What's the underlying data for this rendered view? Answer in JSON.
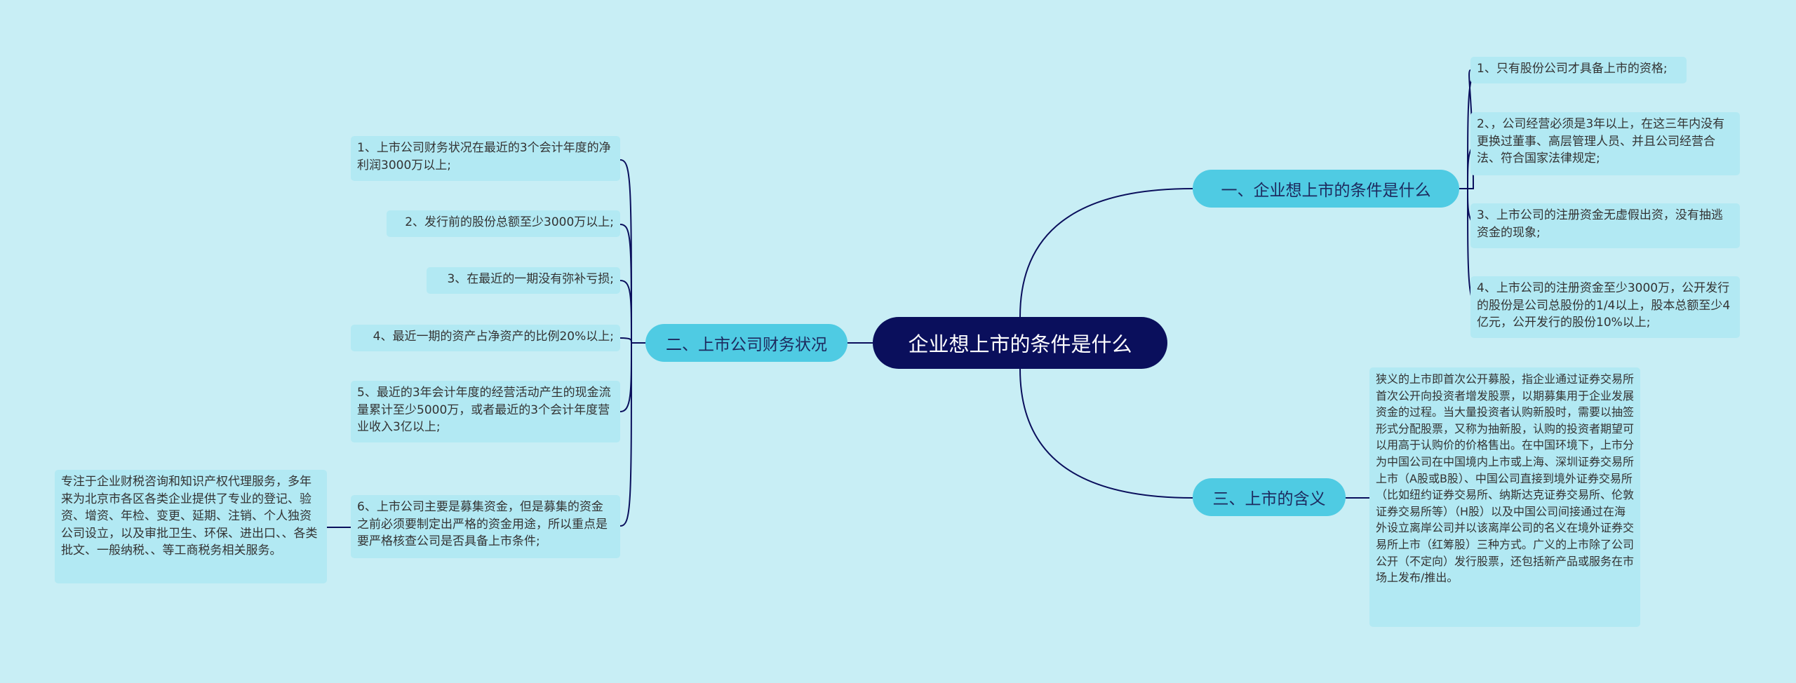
{
  "mindmap": {
    "root": "企业想上市的条件是什么",
    "branches": [
      {
        "label": "一、企业想上市的条件是什么",
        "children": [
          "1、只有股份公司才具备上市的资格;",
          "2、，公司经营必须是3年以上，在这三年内没有更换过董事、高层管理人员、并且公司经营合法、符合国家法律规定;",
          "3、上市公司的注册资金无虚假出资，没有抽逃资金的现象;",
          "4、上市公司的注册资金至少3000万，公开发行的股份是公司总股份的1/4以上，股本总额至少4亿元，公开发行的股份10%以上;"
        ]
      },
      {
        "label": "二、上市公司财务状况",
        "children": [
          "1、上市公司财务状况在最近的3个会计年度的净利润3000万以上;",
          "2、发行前的股份总额至少3000万以上;",
          "3、在最近的一期没有弥补亏损;",
          "4、最近一期的资产占净资产的比例20%以上;",
          "5、最近的3年会计年度的经营活动产生的现金流量累计至少5000万，或者最近的3个会计年度营业收入3亿以上;",
          "6、上市公司主要是募集资金，但是募集的资金之前必须要制定出严格的资金用途，所以重点是要严格核查公司是否具备上市条件;"
        ],
        "sub_note": "专注于企业财税咨询和知识产权代理服务，多年来为北京市各区各类企业提供了专业的登记、验资、增资、年检、变更、延期、注销、个人独资公司设立，以及审批卫生、环保、进出口、、各类批文、一般纳税、、等工商税务相关服务。"
      },
      {
        "label": "三、上市的含义",
        "children": [
          "狭义的上市即首次公开募股，指企业通过证券交易所首次公开向投资者增发股票，以期募集用于企业发展资金的过程。当大量投资者认购新股时，需要以抽签形式分配股票，又称为抽新股，认购的投资者期望可以用高于认购价的价格售出。在中国环境下，上市分为中国公司在中国境内上市或上海、深圳证券交易所上市（A股或B股）、中国公司直接到境外证券交易所（比如纽约证券交易所、纳斯达克证券交易所、伦敦证券交易所等）（H股）以及中国公司间接通过在海外设立离岸公司并以该离岸公司的名义在境外证券交易所上市（红筹股）三种方式。广义的上市除了公司公开（不定向）发行股票，还包括新产品或服务在市场上发布/推出。"
        ]
      }
    ]
  },
  "colors": {
    "background": "#c8eef5",
    "root_fill": "#0a0f5c",
    "branch_fill": "#4fcbe3",
    "leaf_fill": "#b2e9f3",
    "line": "#0a0f5c"
  }
}
